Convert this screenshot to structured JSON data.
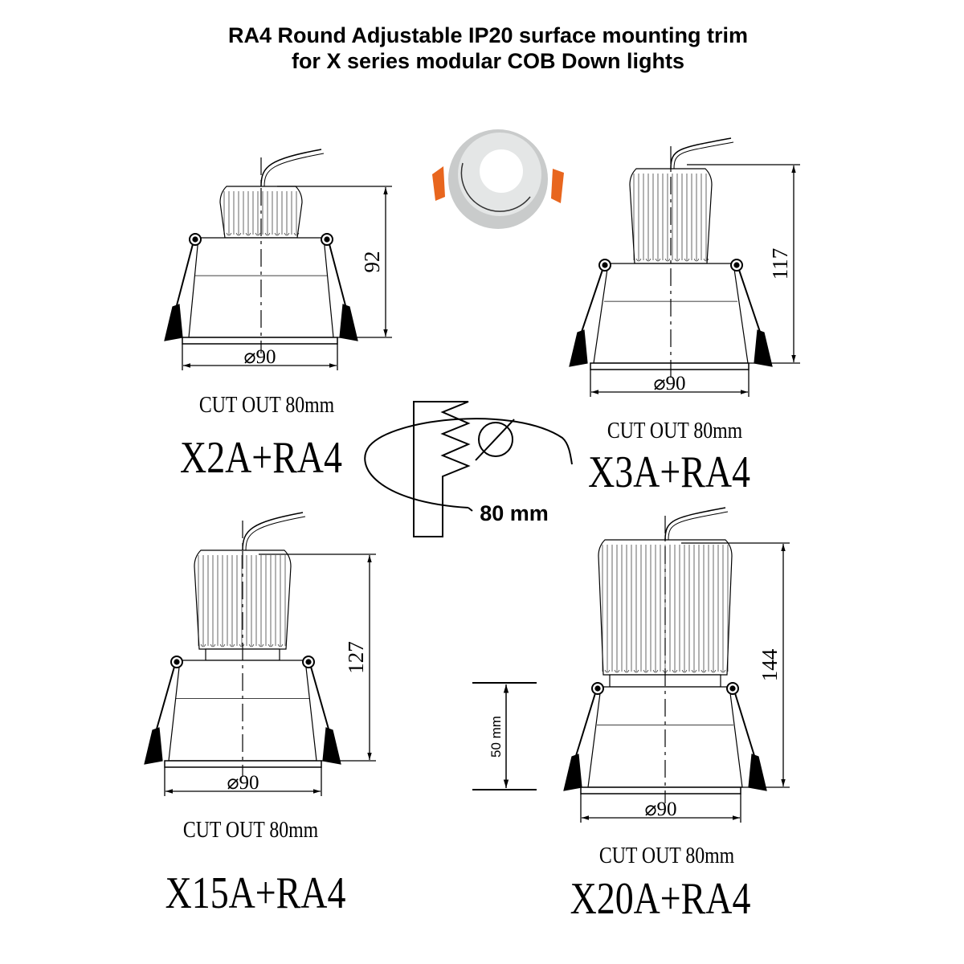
{
  "title": {
    "line1": "RA4 Round Adjustable IP20 surface mounting trim",
    "line2": "for X series modular COB Down lights"
  },
  "products": [
    {
      "model": "X2A+RA4",
      "height": "92",
      "diameter": "⌀90",
      "cutout": "CUT OUT 80mm"
    },
    {
      "model": "X3A+RA4",
      "height": "117",
      "diameter": "⌀90",
      "cutout": "CUT OUT 80mm"
    },
    {
      "model": "X15A+RA4",
      "height": "127",
      "diameter": "⌀90",
      "cutout": "CUT OUT 80mm"
    },
    {
      "model": "X20A+RA4",
      "height": "144",
      "diameter": "⌀90",
      "cutout": "CUT OUT 80mm"
    }
  ],
  "cutout_detail": {
    "label": "80 mm"
  },
  "depth_dimension": {
    "label": "50 mm"
  },
  "colors": {
    "clip_orange": "#e8661e",
    "trim_grey": "#c9cbcb"
  }
}
